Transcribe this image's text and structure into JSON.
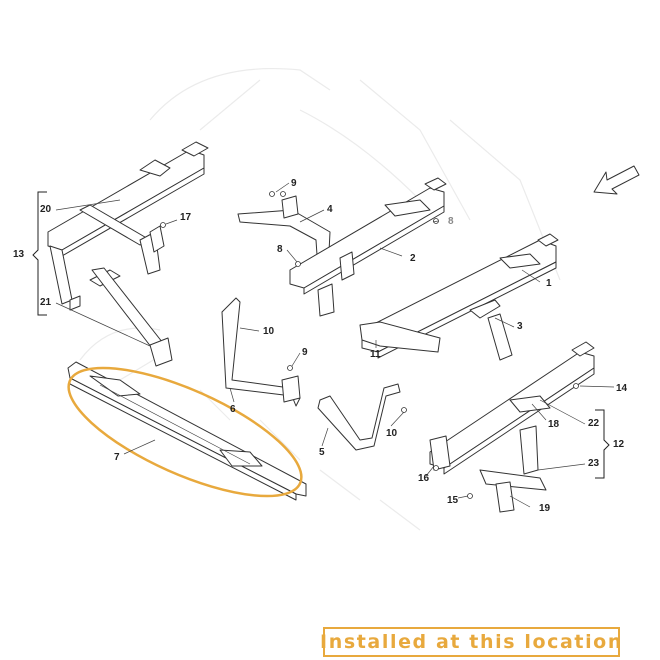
{
  "callouts": {
    "c1": "1",
    "c2": "2",
    "c3": "3",
    "c4": "4",
    "c5": "5",
    "c6": "6",
    "c7": "7",
    "c8a": "8",
    "c8b": "8",
    "c9a": "9",
    "c9b": "9",
    "c10a": "10",
    "c10b": "10",
    "c11": "11",
    "c12": "12",
    "c13": "13",
    "c14": "14",
    "c15": "15",
    "c16": "16",
    "c17": "17",
    "c18": "18",
    "c19": "19",
    "c20": "20",
    "c21": "21",
    "c22": "22",
    "c23": "23"
  },
  "caption": "Installed at this location",
  "colors": {
    "highlight": "#e8a93d",
    "line": "#333333"
  },
  "icons": {
    "direction": "arrow-down-left-icon"
  }
}
